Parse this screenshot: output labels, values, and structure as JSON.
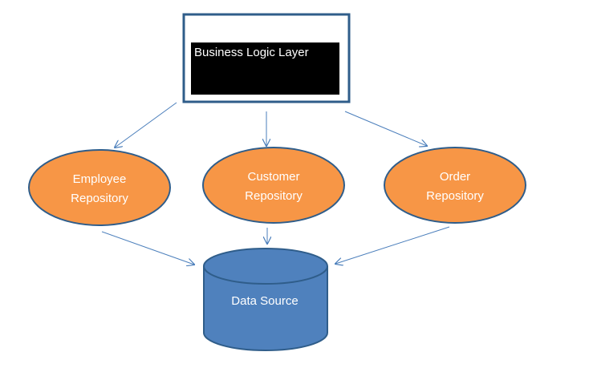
{
  "colors": {
    "repository_fill": "#f79646",
    "repository_stroke": "#2f5d8a",
    "datasource_fill": "#4f81bd",
    "datasource_stroke": "#2f5d8a",
    "bll_frame": "#2f5d8a",
    "bll_inner": "#000000",
    "arrow": "#4a7ebb"
  },
  "business_logic_layer": {
    "label": "Business Logic Layer"
  },
  "repositories": [
    {
      "line1": "Employee",
      "line2": "Repository"
    },
    {
      "line1": "Customer",
      "line2": "Repository"
    },
    {
      "line1": "Order",
      "line2": "Repository"
    }
  ],
  "data_source": {
    "label": "Data Source"
  }
}
